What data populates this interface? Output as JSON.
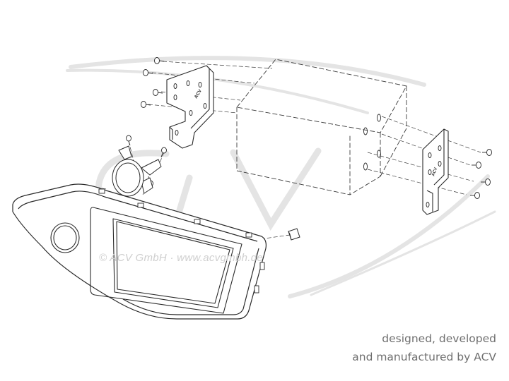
{
  "watermark": {
    "logo": "ACV",
    "copyright": "© ACV GmbH · www.acvgmbh.de"
  },
  "bracket_stamp": "ACV",
  "credit": {
    "line1": "designed, developed",
    "line2": "and manufactured by ACV"
  },
  "colors": {
    "line": "#2a2a2a",
    "watermark": "#e6e6e6",
    "credit_text": "#6f6f6f"
  }
}
